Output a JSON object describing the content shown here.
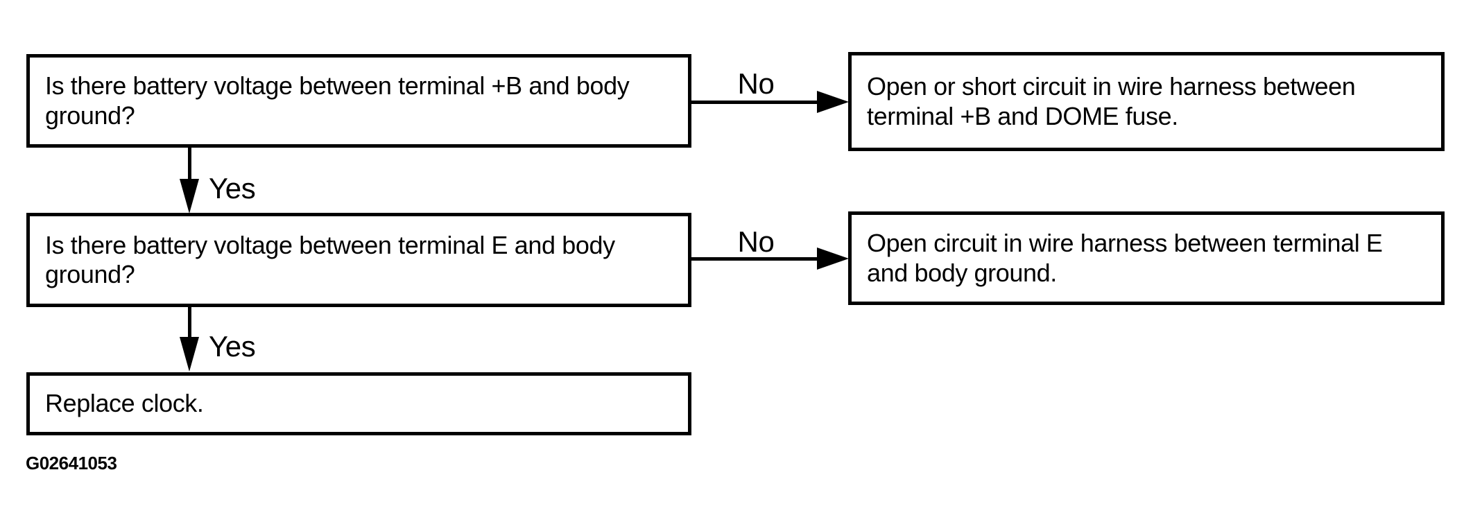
{
  "figure": {
    "id_label": "G02641053",
    "colors": {
      "ink": "#000000",
      "background": "#ffffff"
    }
  },
  "flowchart": {
    "type": "troubleshooting-flowchart",
    "nodes": [
      {
        "id": "q1",
        "type": "question",
        "text": "Is there battery voltage between terminal +B and body ground?"
      },
      {
        "id": "r1",
        "type": "result",
        "text": "Open or short circuit in wire harness between terminal +B and DOME fuse."
      },
      {
        "id": "q2",
        "type": "question",
        "text": "Is there battery voltage between terminal E and body ground?"
      },
      {
        "id": "r2",
        "type": "result",
        "text": "Open circuit in wire harness between terminal E and body ground."
      },
      {
        "id": "a1",
        "type": "action",
        "text": "Replace clock."
      }
    ],
    "edges": [
      {
        "from": "q1",
        "to": "r1",
        "label": "No"
      },
      {
        "from": "q1",
        "to": "q2",
        "label": "Yes"
      },
      {
        "from": "q2",
        "to": "r2",
        "label": "No"
      },
      {
        "from": "q2",
        "to": "a1",
        "label": "Yes"
      }
    ]
  }
}
